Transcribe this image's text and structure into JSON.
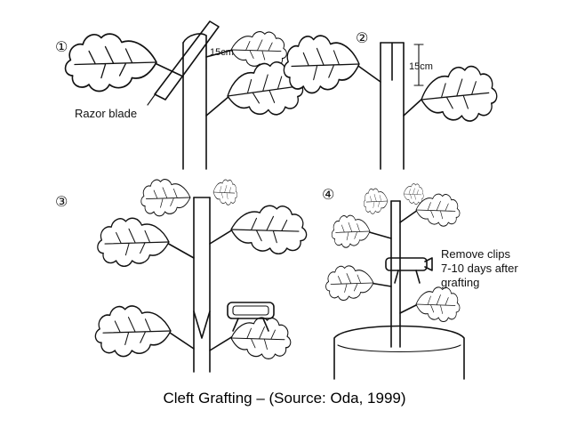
{
  "panels": [
    {
      "step": "①",
      "labels": {
        "measure": "15cm",
        "tool": "Razor blade"
      }
    },
    {
      "step": "②",
      "labels": {
        "measure": "15cm"
      }
    },
    {
      "step": "③",
      "labels": {}
    },
    {
      "step": "④",
      "labels": {
        "note_line1": "Remove clips",
        "note_line2": "7-10 days after",
        "note_line3": "grafting"
      }
    }
  ],
  "caption": "Cleft Grafting – (Source: Oda, 1999)"
}
